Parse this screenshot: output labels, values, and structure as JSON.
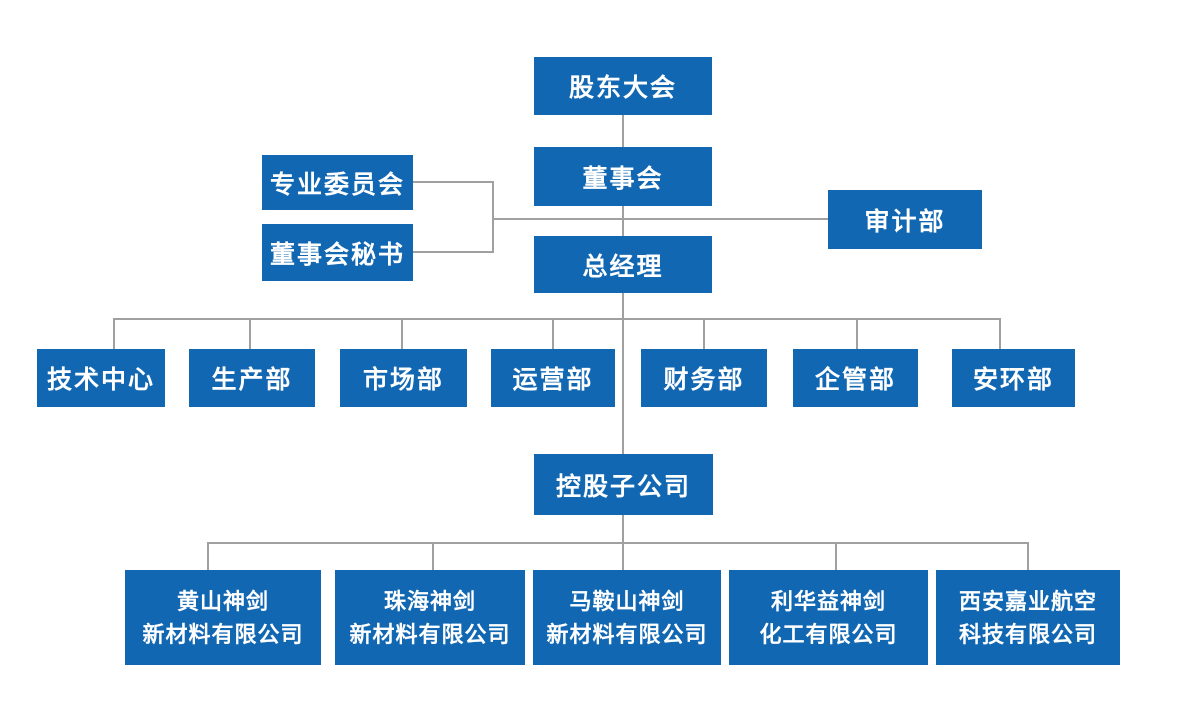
{
  "colors": {
    "node_blue": "#1267b2",
    "node_text": "#ffffff",
    "connector_gray": "#a0a0a0",
    "background": "#ffffff"
  },
  "org_chart": {
    "top_level": {
      "shareholders_meeting": "股东大会",
      "board_of_directors": "董事会",
      "general_manager": "总经理"
    },
    "board_support": {
      "professional_committee": "专业委员会",
      "board_secretary": "董事会秘书",
      "audit_department": "审计部"
    },
    "departments": [
      "技术中心",
      "生产部",
      "市场部",
      "运营部",
      "财务部",
      "企管部",
      "安环部"
    ],
    "holding_subsidiaries_label": "控股子公司",
    "subsidiaries": [
      {
        "line1": "黄山神剑",
        "line2": "新材料有限公司"
      },
      {
        "line1": "珠海神剑",
        "line2": "新材料有限公司"
      },
      {
        "line1": "马鞍山神剑",
        "line2": "新材料有限公司"
      },
      {
        "line1": "利华益神剑",
        "line2": "化工有限公司"
      },
      {
        "line1": "西安嘉业航空",
        "line2": "科技有限公司"
      }
    ]
  }
}
